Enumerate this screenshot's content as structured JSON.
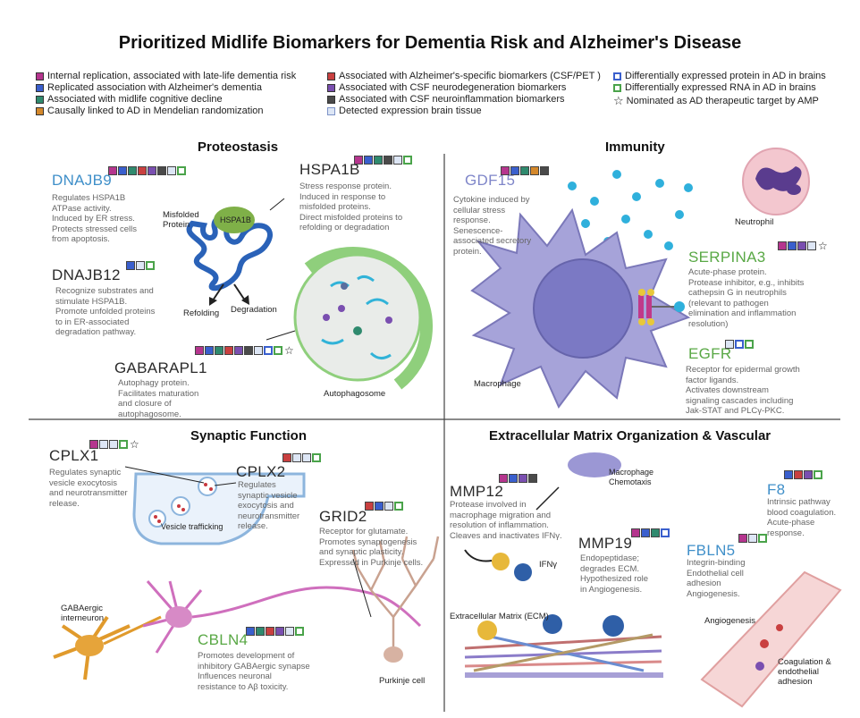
{
  "title": "Prioritized Midlife Biomarkers for Dementia Risk and Alzheimer's Disease",
  "colors": {
    "magenta": "#b5358e",
    "blue": "#3a5fcd",
    "teal": "#2f8a6e",
    "orange": "#d4882b",
    "red": "#c94040",
    "purple": "#7a4fb0",
    "darkgray": "#4a4a4a",
    "light": "#dde6f5",
    "hollow_blue": "#3a5fcd",
    "hollow_green": "#4aa34a"
  },
  "legend": {
    "col1": [
      "Internal replication, associated with late-life dementia risk",
      "Replicated association with Alzheimer's dementia",
      "Associated with midlife cognitive decline",
      "Causally linked to AD in Mendelian randomization"
    ],
    "col2": [
      "Associated with Alzheimer's-specific biomarkers (CSF/PET )",
      "Associated with CSF neurodegeneration biomarkers",
      "Associated with CSF neuroinflammation biomarkers",
      "Detected expression brain tissue"
    ],
    "col3": [
      "Differentially expressed protein in AD in brains",
      "Differentially expressed RNA in AD in brains",
      "Nominated as AD therapeutic target by AMP"
    ]
  },
  "sections": {
    "proteostasis": "Proteostasis",
    "immunity": "Immunity",
    "synaptic": "Synaptic Function",
    "ecm": "Extracellular Matrix Organization & Vascular"
  },
  "genes": {
    "dnajb9": {
      "name": "DNAJB9",
      "desc": "Regulates HSPA1B\nATPase activity.\nInduced by ER stress.\nProtects stressed cells\nfrom apoptosis."
    },
    "hspa1b": {
      "name": "HSPA1B",
      "desc": "Stress response protein.\nInduced in response to\nmisfolded proteins.\nDirect misfolded proteins to\nrefolding or degradation"
    },
    "dnajb12": {
      "name": "DNAJB12",
      "desc": "Recognize substrates and\nstimulate HSPA1B.\nPromote unfolded proteins\nto in ER-associated\ndegradation pathway."
    },
    "gabarapl1": {
      "name": "GABARAPL1",
      "desc": "Autophagy protein.\nFacilitates maturation\nand closure of\nautophagosome."
    },
    "gdf15": {
      "name": "GDF15",
      "desc": "Cytokine induced by\ncellular stress\nresponse.\nSenescence-\nassociated secretory\nprotein."
    },
    "serpina3": {
      "name": "SERPINA3",
      "desc": "Acute-phase protein.\nProtease inhibitor, e.g., inhibits\ncathepsin G in neutrophils\n(relevant to pathogen\nelimination and inflammation\nresolution)"
    },
    "egfr": {
      "name": "EGFR",
      "desc": "Receptor for epidermal growth\nfactor ligands.\nActivates downstream\nsignaling cascades including\nJak-STAT and PLCγ-PKC."
    },
    "cplx1": {
      "name": "CPLX1",
      "desc": "Regulates synaptic\nvesicle exocytosis\nand neurotransmitter\nrelease."
    },
    "cplx2": {
      "name": "CPLX2",
      "desc": "Regulates\nsynaptic vesicle\nexocytosis and\nneurotransmitter\nrelease."
    },
    "grid2": {
      "name": "GRID2",
      "desc": "Receptor for glutamate.\nPromotes synaptogenesis\nand synaptic plasticity.\nExpressed in Purkinje cells."
    },
    "cbln4": {
      "name": "CBLN4",
      "desc": "Promotes development of\ninhibitory GABAergic synapse\nInfluences neuronal\nresistance to Aβ toxicity."
    },
    "mmp12": {
      "name": "MMP12",
      "desc": "Protease involved in\nmacrophage migration and\nresolution of inflammation.\nCleaves and inactivates IFNγ."
    },
    "mmp19": {
      "name": "MMP19",
      "desc": "Endopeptidase;\ndegrades ECM.\nHypothesized role\nin Angiogenesis."
    },
    "f8": {
      "name": "F8",
      "desc": "Intrinsic pathway\nblood coagulation.\nAcute-phase\nresponse."
    },
    "fbln5": {
      "name": "FBLN5",
      "desc": "Integrin-binding\nEndothelial cell\nadhesion\nAngiogenesis."
    }
  },
  "labels": {
    "misfolded": "Misfolded\nProtein",
    "hspa1b_blob": "HSPA1B",
    "refolding": "Refolding",
    "degradation": "Degradation",
    "autophagosome": "Autophagosome",
    "neutrophil": "Neutrophil",
    "macrophage": "Macrophage",
    "vesicle": "Vesicle trafficking",
    "gabaergic": "GABAergic\ninterneuron",
    "purkinje": "Purkinje cell",
    "chemotaxis": "Macrophage\nChemotaxis",
    "ifng": "IFNγ",
    "ecm": "Extracellular Matrix (ECM)",
    "angiogenesis": "Angiogenesis",
    "coag": "Coagulation &\nendothelial\nadhesion"
  }
}
